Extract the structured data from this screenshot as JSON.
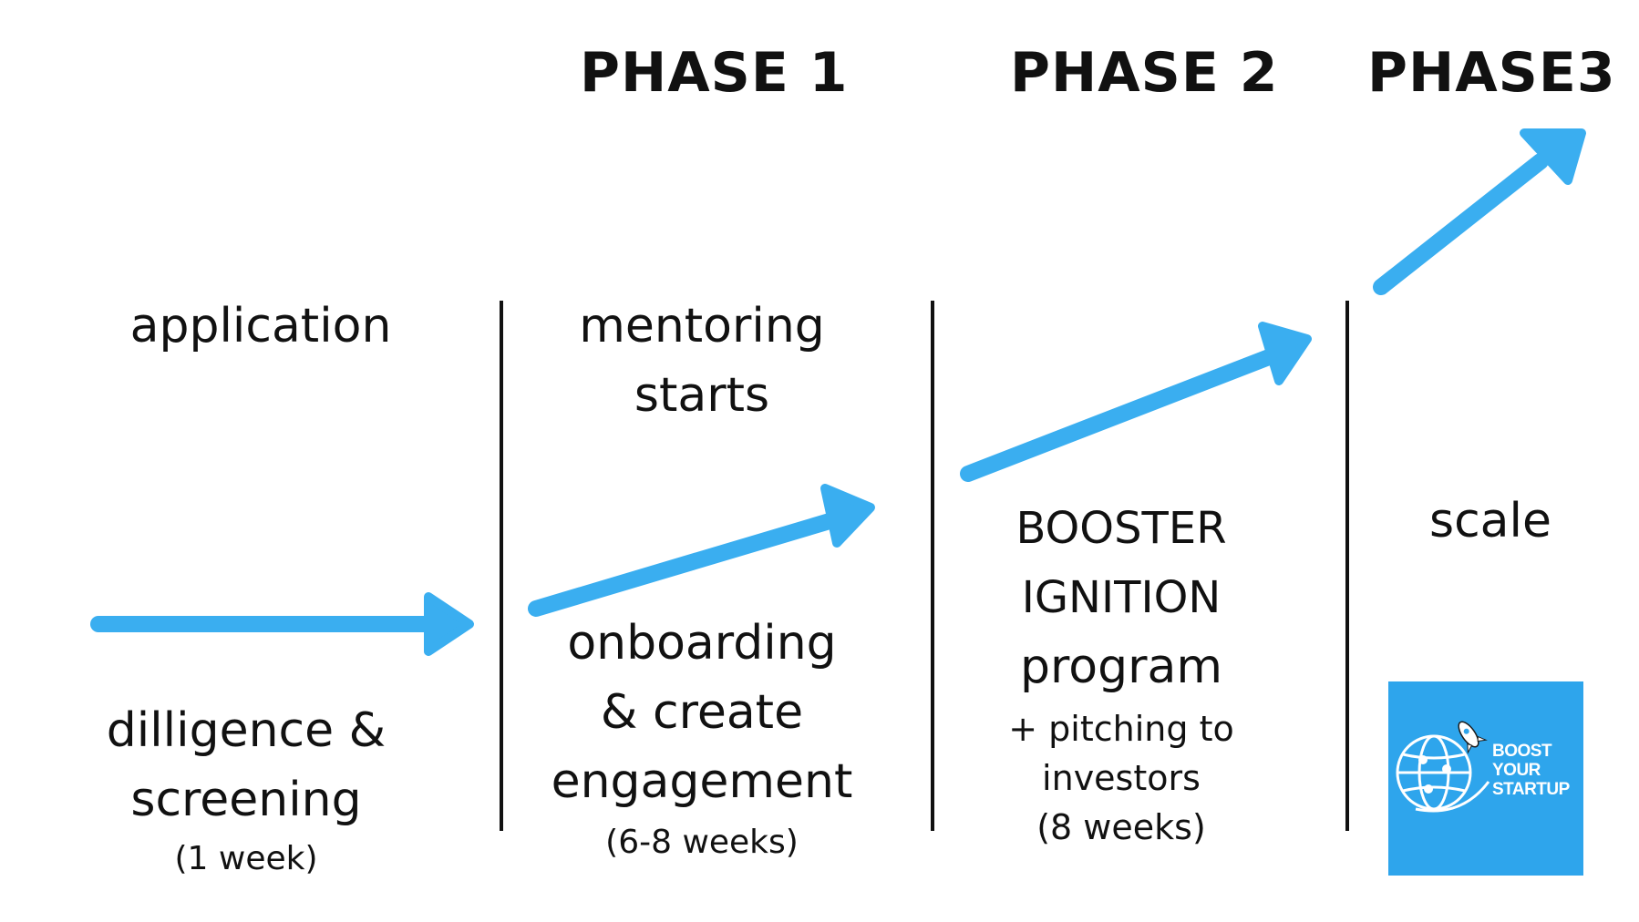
{
  "phases": {
    "phase1": "PHASE 1",
    "phase2": "PHASE 2",
    "phase3": "PHASE3"
  },
  "columns": {
    "intake": {
      "top": "application",
      "bottom_line1": "dilligence &",
      "bottom_line2": "screening",
      "duration": "(1 week)"
    },
    "phase1": {
      "top_line1": "mentoring",
      "top_line2": "starts",
      "bottom_line1": "onboarding",
      "bottom_line2": "& create",
      "bottom_line3": "engagement",
      "duration": "(6-8 weeks)"
    },
    "phase2": {
      "line1": "BOOSTER",
      "line2": "IGNITION",
      "line3": "program",
      "extra_line1": "+ pitching to",
      "extra_line2": "investors",
      "duration": "(8 weeks)"
    },
    "phase3": {
      "label": "scale"
    }
  },
  "logo": {
    "line1": "BOOST",
    "line2": "YOUR",
    "line3": "STARTUP",
    "icon": "globe-rocket-icon"
  },
  "colors": {
    "arrow": "#3aaef0",
    "logo_bg": "#2ea5ec",
    "text": "#111111",
    "divider": "#111111"
  }
}
